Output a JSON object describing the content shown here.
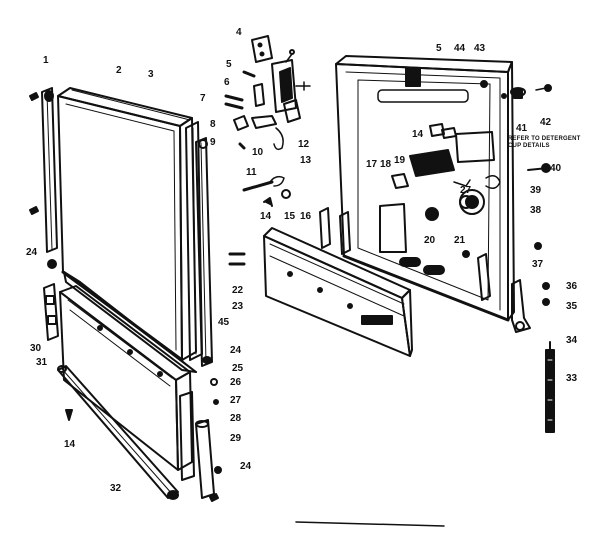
{
  "callouts": {
    "c1": "1",
    "c2": "2",
    "c3": "3",
    "c4": "4",
    "c5a": "5",
    "c5b": "5",
    "c6": "6",
    "c7": "7",
    "c8": "8",
    "c9": "9",
    "c10": "10",
    "c11": "11",
    "c12": "12",
    "c13": "13",
    "c14a": "14",
    "c14b": "14",
    "c14c": "14",
    "c15": "15",
    "c16": "16",
    "c17": "17",
    "c18": "18",
    "c19": "19",
    "c20": "20",
    "c21": "21",
    "c22": "22",
    "c23": "23",
    "c24a": "24",
    "c24b": "24",
    "c24c": "24",
    "c25": "25",
    "c26": "26",
    "c27a": "27",
    "c27b": "27",
    "c28": "28",
    "c29": "29",
    "c30": "30",
    "c31": "31",
    "c32": "32",
    "c33": "33",
    "c34": "34",
    "c35": "35",
    "c36": "36",
    "c37": "37",
    "c38": "38",
    "c39": "39",
    "c40": "40",
    "c41": "41",
    "c42": "42",
    "c43": "43",
    "c44": "44",
    "c45": "45"
  },
  "note": {
    "line1": "REFER TO DETERGENT",
    "line2": "CUP DETAILS"
  }
}
